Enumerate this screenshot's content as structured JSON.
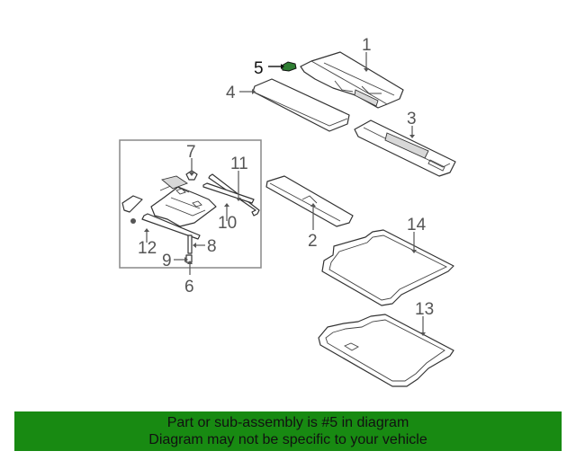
{
  "diagram": {
    "callouts": {
      "c1": "1",
      "c2": "2",
      "c3": "3",
      "c4": "4",
      "c5": "5",
      "c6": "6",
      "c7": "7",
      "c8": "8",
      "c9": "9",
      "c10": "10",
      "c11": "11",
      "c12": "12",
      "c13": "13",
      "c14": "14"
    },
    "highlight_color": "#2e7d32"
  },
  "banner": {
    "line1": "Part or sub-assembly is #5 in diagram",
    "line2": "Diagram may not be specific to your vehicle",
    "background": "#188a12"
  }
}
